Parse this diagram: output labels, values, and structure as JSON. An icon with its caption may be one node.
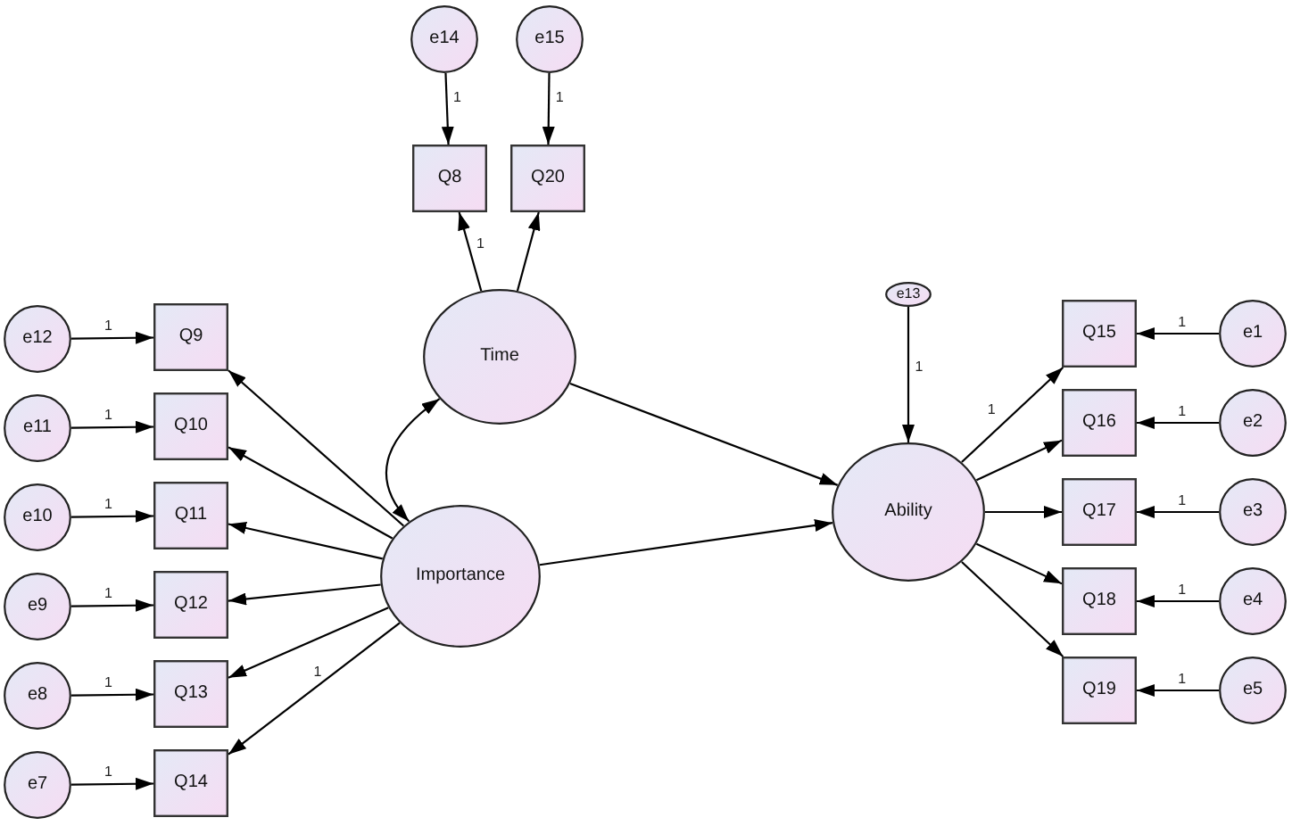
{
  "diagram": {
    "nodes": [
      {
        "text": [
          "e14"
        ]
      },
      {
        "text": [
          "e15"
        ]
      },
      {
        "text": [
          "Q8"
        ]
      },
      {
        "text": [
          "Q20"
        ]
      },
      {
        "text": [
          "e13"
        ]
      },
      {
        "text": [
          "Time"
        ]
      },
      {
        "text": [
          "Importance"
        ]
      },
      {
        "text": [
          "Ability"
        ]
      },
      {
        "text": [
          "e12"
        ]
      },
      {
        "text": [
          "e11"
        ]
      },
      {
        "text": [
          "e10"
        ]
      },
      {
        "text": [
          "e9"
        ]
      },
      {
        "text": [
          "e8"
        ]
      },
      {
        "text": [
          "e7"
        ]
      },
      {
        "text": [
          "Q9"
        ]
      },
      {
        "text": [
          "Q10"
        ]
      },
      {
        "text": [
          "Q11"
        ]
      },
      {
        "text": [
          "Q12"
        ]
      },
      {
        "text": [
          "Q13"
        ]
      },
      {
        "text": [
          "Q14"
        ]
      },
      {
        "text": [
          "Q15"
        ]
      },
      {
        "text": [
          "Q16"
        ]
      },
      {
        "text": [
          "Q17"
        ]
      },
      {
        "text": [
          "Q18"
        ]
      },
      {
        "text": [
          "Q19"
        ]
      },
      {
        "text": [
          "e1"
        ]
      },
      {
        "text": [
          "e2"
        ]
      },
      {
        "text": [
          "e3"
        ]
      },
      {
        "text": [
          "e4"
        ]
      },
      {
        "text": [
          "e5"
        ]
      }
    ],
    "edges": [
      {
        "from": 0,
        "to": 2,
        "arrow": "to",
        "label": "1"
      },
      {
        "from": 1,
        "to": 3,
        "arrow": "to",
        "label": "1"
      },
      {
        "from": 5,
        "to": 2,
        "arrow": "to",
        "label": "1"
      },
      {
        "from": 5,
        "to": 3,
        "arrow": "to"
      },
      {
        "from": 6,
        "to": 5,
        "arrow": "both"
      },
      {
        "from": 5,
        "to": 7,
        "arrow": "to"
      },
      {
        "from": 6,
        "to": 7,
        "arrow": "to"
      },
      {
        "from": 4,
        "to": 7,
        "arrow": "to",
        "label": "1"
      },
      {
        "from": 8,
        "to": 14,
        "arrow": "to",
        "label": "1"
      },
      {
        "from": 9,
        "to": 15,
        "arrow": "to",
        "label": "1"
      },
      {
        "from": 10,
        "to": 16,
        "arrow": "to",
        "label": "1"
      },
      {
        "from": 11,
        "to": 17,
        "arrow": "to",
        "label": "1"
      },
      {
        "from": 12,
        "to": 18,
        "arrow": "to",
        "label": "1"
      },
      {
        "from": 13,
        "to": 19,
        "arrow": "to",
        "label": "1"
      },
      {
        "from": 6,
        "to": 14,
        "arrow": "to"
      },
      {
        "from": 6,
        "to": 15,
        "arrow": "to"
      },
      {
        "from": 6,
        "to": 16,
        "arrow": "to"
      },
      {
        "from": 6,
        "to": 17,
        "arrow": "to"
      },
      {
        "from": 6,
        "to": 18,
        "arrow": "to"
      },
      {
        "from": 6,
        "to": 19,
        "arrow": "to",
        "label": "1"
      },
      {
        "from": 7,
        "to": 20,
        "arrow": "to",
        "label": "1"
      },
      {
        "from": 7,
        "to": 21,
        "arrow": "to"
      },
      {
        "from": 7,
        "to": 22,
        "arrow": "to"
      },
      {
        "from": 7,
        "to": 23,
        "arrow": "to"
      },
      {
        "from": 7,
        "to": 24,
        "arrow": "to"
      },
      {
        "from": 25,
        "to": 20,
        "arrow": "to",
        "label": "1"
      },
      {
        "from": 26,
        "to": 21,
        "arrow": "to",
        "label": "1"
      },
      {
        "from": 27,
        "to": 22,
        "arrow": "to",
        "label": "1"
      },
      {
        "from": 28,
        "to": 23,
        "arrow": "to",
        "label": "1"
      },
      {
        "from": 29,
        "to": 24,
        "arrow": "to",
        "label": "1"
      }
    ]
  }
}
